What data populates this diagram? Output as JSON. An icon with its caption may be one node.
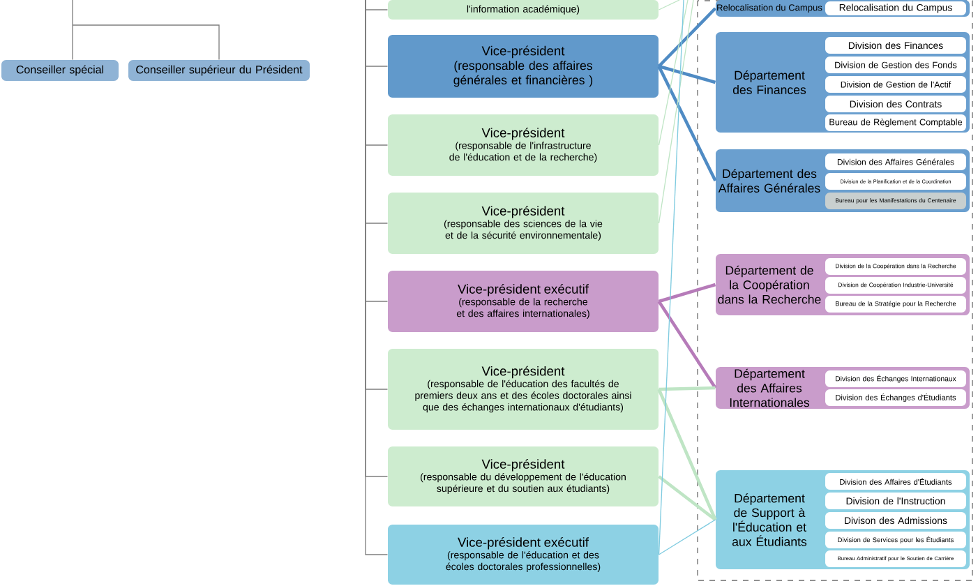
{
  "diagram": {
    "nodes": [
      {
        "text": [
          "Conseiller spécial"
        ]
      },
      {
        "text": [
          "Conseiller supérieur du Président"
        ]
      },
      {
        "text": [
          "l'information académique)"
        ]
      },
      {
        "text": [
          "Vice-président",
          "(responsable des affaires générales et financières )"
        ]
      },
      {
        "text": [
          "Vice-président",
          "(responsable de l'infrastructure de l'éducation et de la recherche)"
        ]
      },
      {
        "text": [
          "Vice-président",
          "(responsable des sciences de la vie et de la sécurité environnementale)"
        ]
      },
      {
        "text": [
          "Vice-président exécutif",
          "(responsable de la recherche et des affaires internationales)"
        ]
      },
      {
        "text": [
          "Vice-président",
          "(responsable de l'éducation des facultés de premiers deux ans et des écoles doctorales ainsi que des échanges internationaux d'étudiants)"
        ]
      },
      {
        "text": [
          "Vice-président",
          "(responsable du développement de l'éducation supérieure et du soutien aux étudiants)"
        ]
      },
      {
        "text": [
          "Vice-président exécutif",
          "(responsable de l'éducation et des écoles doctorales professionnelles)"
        ]
      },
      {
        "text": [
          "Relocalisation du Campus"
        ]
      },
      {
        "text": [
          "Relocalisation du Campus"
        ],
        "in": 10
      },
      {
        "text": [
          "Département des Finances"
        ]
      },
      {
        "text": [
          "Division des Finances"
        ],
        "in": 12
      },
      {
        "text": [
          "Division de Gestion des Fonds"
        ],
        "in": 12
      },
      {
        "text": [
          "Division de Gestion de l'Actif"
        ],
        "in": 12
      },
      {
        "text": [
          "Division des Contrats"
        ],
        "in": 12
      },
      {
        "text": [
          "Bureau de Règlement Comptable"
        ],
        "in": 12
      },
      {
        "text": [
          "Département des Affaires Générales"
        ]
      },
      {
        "text": [
          "Division des Affaires Générales"
        ],
        "in": 18
      },
      {
        "text": [
          "Division de la Planification et de la Coordination"
        ],
        "in": 18
      },
      {
        "text": [
          "Bureau pour les Manifestations du Centenaire"
        ],
        "in": 18
      },
      {
        "text": [
          "Département de la Coopération dans la Recherche"
        ]
      },
      {
        "text": [
          "Division de la Coopération dans la Recherche"
        ],
        "in": 22
      },
      {
        "text": [
          "Division de Coopération Industrie-Université"
        ],
        "in": 22
      },
      {
        "text": [
          "Bureau de la Stratégie pour la Recherche"
        ],
        "in": 22
      },
      {
        "text": [
          "Département des Affaires Internationales"
        ]
      },
      {
        "text": [
          "Division des Échanges Internationaux"
        ],
        "in": 26
      },
      {
        "text": [
          "Division des Échanges d'Étudiants"
        ],
        "in": 26
      },
      {
        "text": [
          "Département de Support à l'Éducation et aux Étudiants"
        ]
      },
      {
        "text": [
          "Division des Affaires d'Étudiants"
        ],
        "in": 29
      },
      {
        "text": [
          "Division de l'Instruction"
        ],
        "in": 29
      },
      {
        "text": [
          "Divison des Admissions"
        ],
        "in": 29
      },
      {
        "text": [
          "Division de Services pour les Étudiants"
        ],
        "in": 29
      },
      {
        "text": [
          "Bureau Administratif pour le Soutien de Carrière"
        ],
        "in": 29
      }
    ],
    "edges": [
      {
        "from": null,
        "to": 0,
        "arrow": "none"
      },
      {
        "from": null,
        "to": 1,
        "arrow": "none"
      },
      {
        "from": null,
        "to": 2,
        "arrow": "none"
      },
      {
        "from": null,
        "to": 3,
        "arrow": "none"
      },
      {
        "from": null,
        "to": 4,
        "arrow": "none"
      },
      {
        "from": null,
        "to": 5,
        "arrow": "none"
      },
      {
        "from": null,
        "to": 6,
        "arrow": "none"
      },
      {
        "from": null,
        "to": 7,
        "arrow": "none"
      },
      {
        "from": null,
        "to": 8,
        "arrow": "none"
      },
      {
        "from": null,
        "to": 9,
        "arrow": "none"
      },
      {
        "from": 3,
        "to": 10,
        "arrow": "none",
        "style": "thick",
        "color": "#4f8bc4"
      },
      {
        "from": 3,
        "to": 12,
        "arrow": "none",
        "style": "thick",
        "color": "#4f8bc4"
      },
      {
        "from": 3,
        "to": 18,
        "arrow": "none",
        "style": "thick",
        "color": "#4f8bc4"
      },
      {
        "from": 6,
        "to": 22,
        "arrow": "none",
        "style": "thick",
        "color": "#b67bb9"
      },
      {
        "from": 6,
        "to": 26,
        "arrow": "none",
        "style": "thick",
        "color": "#b67bb9"
      },
      {
        "from": 7,
        "to": 26,
        "arrow": "none",
        "style": "thick",
        "color": "#bfe5c5"
      },
      {
        "from": 7,
        "to": 29,
        "arrow": "none",
        "style": "thick",
        "color": "#bfe5c5"
      },
      {
        "from": 8,
        "to": 29,
        "arrow": "none",
        "style": "thick",
        "color": "#bfe5c5"
      },
      {
        "from": 9,
        "to": 29,
        "arrow": "none",
        "color": "#7fcbe0"
      },
      {
        "from": 2,
        "to": null,
        "arrow": "none",
        "color": "#bfe5c5"
      },
      {
        "from": 4,
        "to": null,
        "arrow": "none",
        "color": "#bfe5c5"
      },
      {
        "from": 5,
        "to": null,
        "arrow": "none",
        "color": "#bfe5c5"
      },
      {
        "from": 9,
        "to": null,
        "arrow": "none",
        "color": "#7fcbe0"
      }
    ]
  }
}
